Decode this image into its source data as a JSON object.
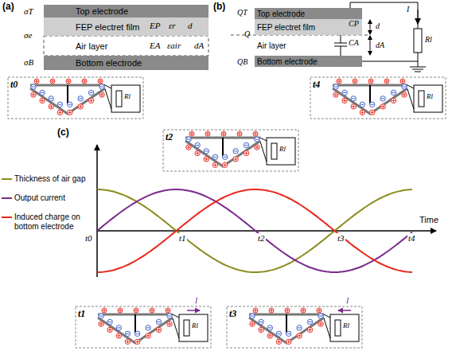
{
  "diagram": {
    "nodes": [
      {
        "text": [
          "Top electrode"
        ]
      },
      {
        "text": [
          "FEP electret film"
        ]
      },
      {
        "text": [
          "Air layer"
        ]
      },
      {
        "text": [
          "Bottom electrode"
        ]
      },
      {
        "text": [
          "Top electrode"
        ]
      },
      {
        "text": [
          "FEP electret film"
        ]
      },
      {
        "text": [
          "Air layer"
        ]
      },
      {
        "text": [
          "Bottom electrode"
        ]
      }
    ],
    "labels": [
      "(a)",
      "σT",
      "σe",
      "σB",
      "EP",
      "εr",
      "d",
      "EA",
      "εair",
      "dA",
      "(b)",
      "QT",
      "Q",
      "QB",
      "CP",
      "CA",
      "d",
      "dA",
      "I",
      "Rl",
      "(c)",
      "t0",
      "t1",
      "t2",
      "t3",
      "t4",
      "Time",
      "t0",
      "Rl",
      "t4",
      "Rl",
      "t2",
      "Rl",
      "t1",
      "I",
      "Rl",
      "t3",
      "I",
      "Rl"
    ],
    "legend": [
      {
        "text": "Thickness of air gap"
      },
      {
        "text": "Output current"
      },
      {
        "text": "Induced charge on bottom electrode"
      }
    ]
  }
}
